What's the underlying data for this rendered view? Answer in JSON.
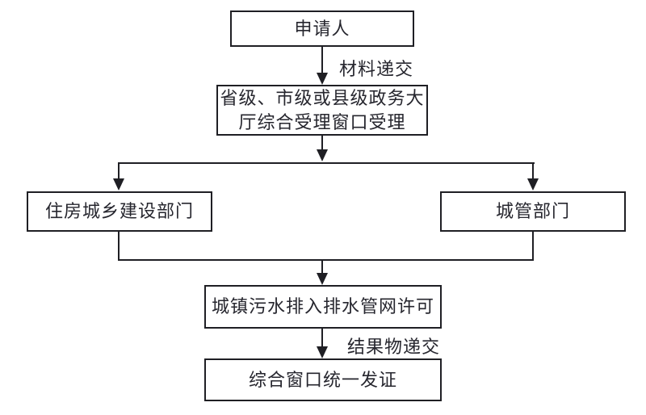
{
  "diagram": {
    "type": "flowchart",
    "nodes": [
      {
        "id": "applicant",
        "label": "申请人"
      },
      {
        "id": "acceptance",
        "label": "省级、市级或县级政务大厅综合受理窗口受理"
      },
      {
        "id": "housing",
        "label": "住房城乡建设部门"
      },
      {
        "id": "urban",
        "label": "城管部门"
      },
      {
        "id": "permit",
        "label": "城镇污水排入排水管网许可"
      },
      {
        "id": "issue",
        "label": "综合窗口统一发证"
      }
    ],
    "edges": [
      {
        "from": "applicant",
        "to": "acceptance",
        "label": "材料递交"
      },
      {
        "from": "acceptance",
        "to": "housing",
        "label": ""
      },
      {
        "from": "acceptance",
        "to": "urban",
        "label": ""
      },
      {
        "from": "housing",
        "to": "permit",
        "label": ""
      },
      {
        "from": "urban",
        "to": "permit",
        "label": ""
      },
      {
        "from": "permit",
        "to": "issue",
        "label": "结果物递交"
      }
    ],
    "edge_labels": {
      "material_submit": "材料递交",
      "result_submit": "结果物递交"
    },
    "colors": {
      "line": "#1f1f24",
      "text": "#26262e",
      "node_fill": "#ffffff",
      "background": "#ffffff"
    }
  }
}
